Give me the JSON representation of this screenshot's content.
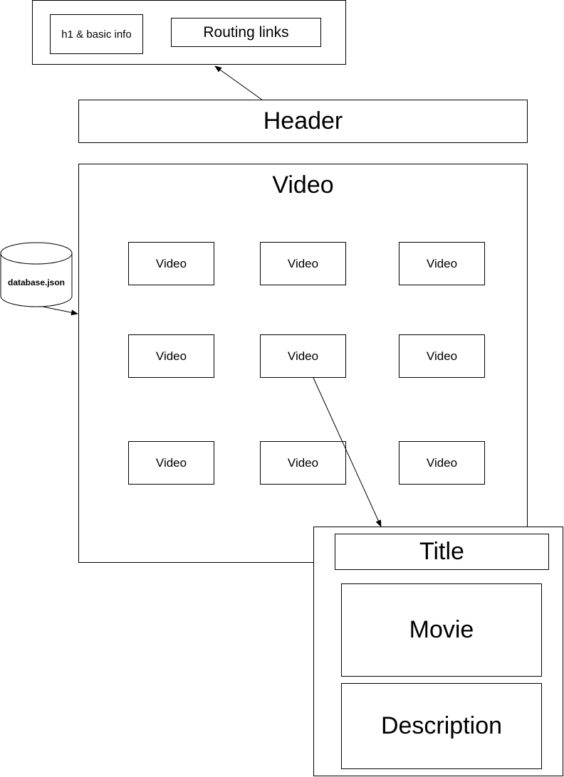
{
  "header_detail": {
    "h1_info": "h1 & basic info",
    "routing_links": "Routing links"
  },
  "header": {
    "label": "Header"
  },
  "video_container": {
    "title": "Video",
    "tiles": [
      "Video",
      "Video",
      "Video",
      "Video",
      "Video",
      "Video",
      "Video",
      "Video",
      "Video"
    ]
  },
  "database": {
    "label": "database.json"
  },
  "video_detail": {
    "title": "Title",
    "movie": "Movie",
    "description": "Description"
  }
}
